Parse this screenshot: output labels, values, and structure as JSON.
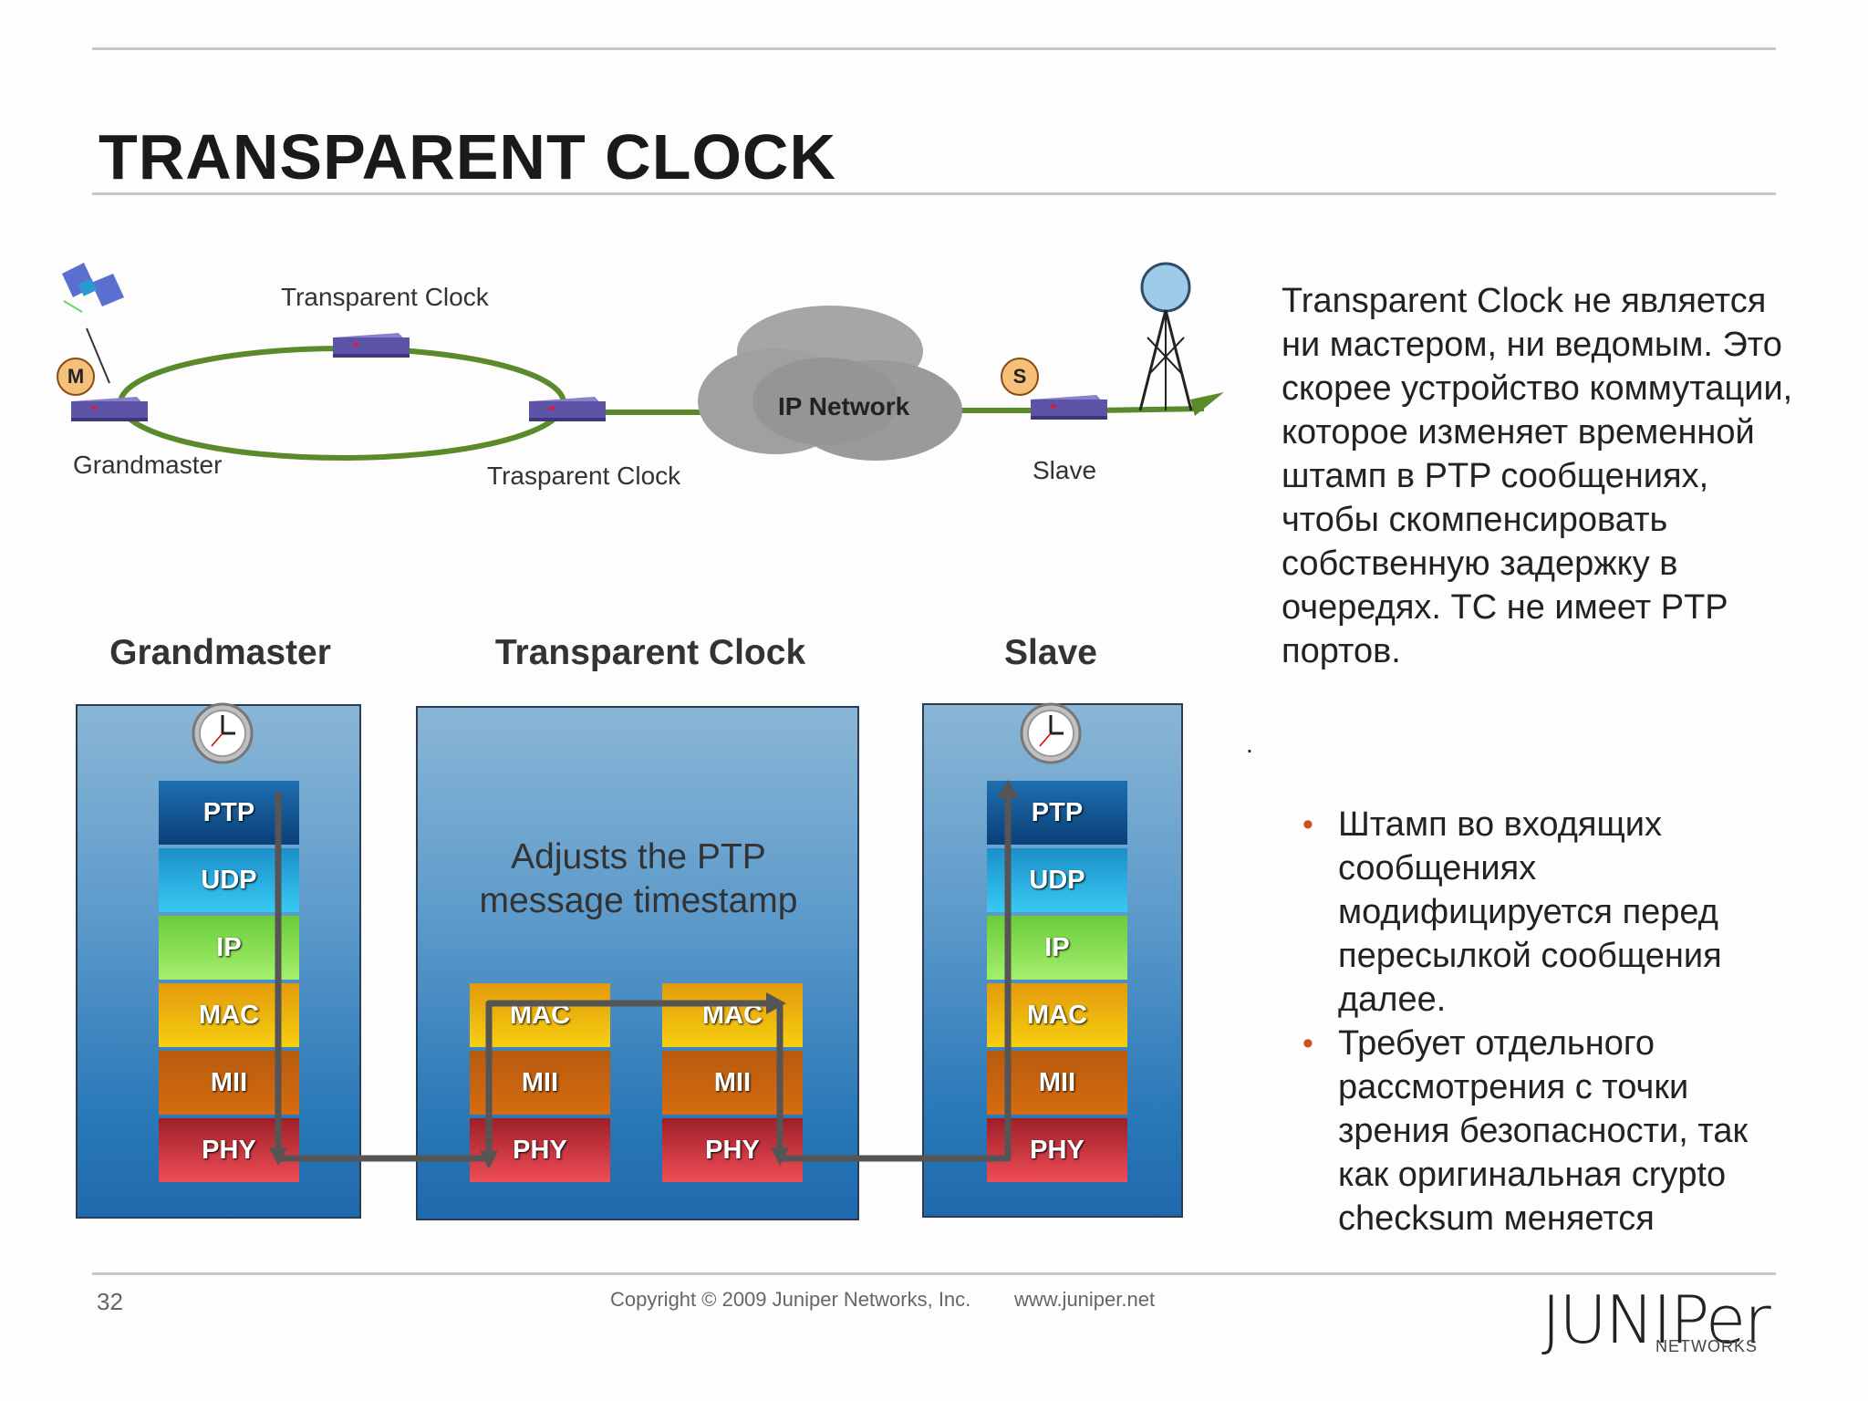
{
  "slide": {
    "title": "TRANSPARENT CLOCK",
    "page_number": "32"
  },
  "topology": {
    "label_tc_top": "Transparent Clock",
    "label_grandmaster": "Grandmaster",
    "label_tc_bottom": "Trasparent Clock",
    "label_ip_network": "IP Network",
    "label_slave": "Slave",
    "badge_master": "M",
    "badge_slave": "S"
  },
  "stacks": {
    "grandmaster": {
      "title": "Grandmaster",
      "layers": [
        "PTP",
        "UDP",
        "IP",
        "MAC",
        "MII",
        "PHY"
      ]
    },
    "transparent_clock": {
      "title": "Transparent Clock",
      "adjust_text": "Adjusts the PTP message timestamp",
      "left_layers": [
        "MAC",
        "MII",
        "PHY"
      ],
      "right_layers": [
        "MAC",
        "MII",
        "PHY"
      ]
    },
    "slave": {
      "title": "Slave",
      "layers": [
        "PTP",
        "UDP",
        "IP",
        "MAC",
        "MII",
        "PHY"
      ]
    }
  },
  "description": {
    "paragraph": "Transparent Clock не является ни мастером, ни ведомым. Это скорее устройство коммутации, которое изменяет временной штамп в PTP сообщениях, чтобы скомпенсировать собственную задержку в очередях. TC не имеет PTP портов.",
    "stray_mark": ".",
    "bullets": [
      "Штамп во входящих сообщениях модифицируется перед пересылкой сообщения далее.",
      "Требует отдельного рассмотрения с точки зрения безопасности, так как оригинальная crypto checksum меняется"
    ],
    "bullet_glyph": "•"
  },
  "footer": {
    "copyright": "Copyright © 2009 Juniper Networks, Inc.",
    "url": "www.juniper.net",
    "logo_text": "JUNIPer",
    "logo_sub": "NETWORKS"
  },
  "colors": {
    "ring_green": "#5b8a2b",
    "cloud_gray": "#9a9a9a",
    "panel_blue": "#2a78b8",
    "arrow_gray": "#5a5a5a",
    "bullet_orange": "#d0501c"
  }
}
